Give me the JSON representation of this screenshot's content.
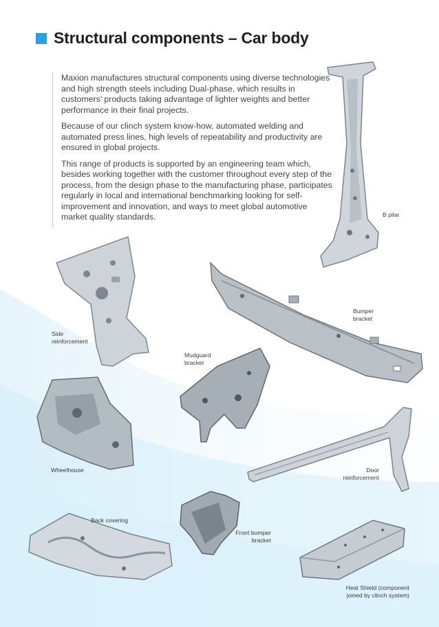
{
  "title": "Structural components – Car body",
  "colors": {
    "accent": "#2aa3dd",
    "metal_light": "#d8dde2",
    "metal_dark": "#8d959c"
  },
  "intro": {
    "paragraphs": [
      "Maxion manufactures structural components using diverse technologies and high strength steels including Dual-phase, which results in customers’ products taking advantage of lighter weights and better performance in their final projects.",
      "Because of our clinch system know-how, automated welding and automated press lines, high levels of repeatability and productivity are ensured in global projects.",
      "This range of products is supported by an engineering team which, besides working together with the customer throughout every step of the process, from the design phase to the manufacturing phase, participates regularly in local and international benchmarking looking for self-improvement and innovation, and ways to meet global automotive market quality standards."
    ]
  },
  "components": {
    "b_pillar": {
      "label": "B pilar"
    },
    "side_reinforcement": {
      "label_line1": "Side",
      "label_line2": "reinforcement"
    },
    "bumper_bracket": {
      "label_line1": "Bumper",
      "label_line2": "bracket"
    },
    "mudguard_bracket": {
      "label_line1": "Mudguard",
      "label_line2": "bracket"
    },
    "wheelhouse": {
      "label": "Wheelhouse"
    },
    "door_reinforcement": {
      "label_line1": "Door",
      "label_line2": "reinforcement"
    },
    "back_covering": {
      "label": "Back covering"
    },
    "front_bumper_bracket": {
      "label_line1": "Front bumper",
      "label_line2": "bracket"
    },
    "heat_shield": {
      "label_line1": "Heat Shield (component",
      "label_line2": "joined by clinch system)"
    }
  }
}
